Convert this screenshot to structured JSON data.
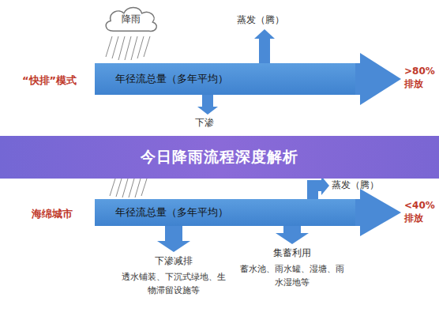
{
  "diagram": {
    "title": "今日降雨流程深度解析",
    "nodes": [
      {
        "text": [
          "降雨"
        ]
      },
      {
        "text": [
          "年径流总量（多年平均）"
        ]
      },
      {
        "text": [
          "蒸发（腾）"
        ]
      },
      {
        "text": [
          ">80% 排放"
        ]
      },
      {
        "text": [
          "下渗"
        ]
      },
      {
        "text": [
          "年径流总量（多年平均）"
        ]
      },
      {
        "text": [
          "蒸发（腾）"
        ]
      },
      {
        "text": [
          "<40% 排放"
        ]
      },
      {
        "text": [
          "下渗减排",
          "透水铺装、下沉式绿地、生物滞留设施等"
        ]
      },
      {
        "text": [
          "集蓄利用",
          "蓄水池、雨水罐、湿塘、雨水湿地等"
        ]
      }
    ],
    "edges": [
      {
        "from": 1,
        "to": 2,
        "arrow": "to"
      },
      {
        "from": 1,
        "to": 3,
        "arrow": "to"
      },
      {
        "from": 1,
        "to": 4,
        "arrow": "to"
      },
      {
        "from": 5,
        "to": 6,
        "arrow": "to"
      },
      {
        "from": 5,
        "to": 7,
        "arrow": "to"
      },
      {
        "from": 5,
        "to": 8,
        "arrow": "to"
      },
      {
        "from": 5,
        "to": 9,
        "arrow": "to"
      }
    ],
    "labels": [
      "“快排”模式",
      "海绵城市"
    ]
  }
}
